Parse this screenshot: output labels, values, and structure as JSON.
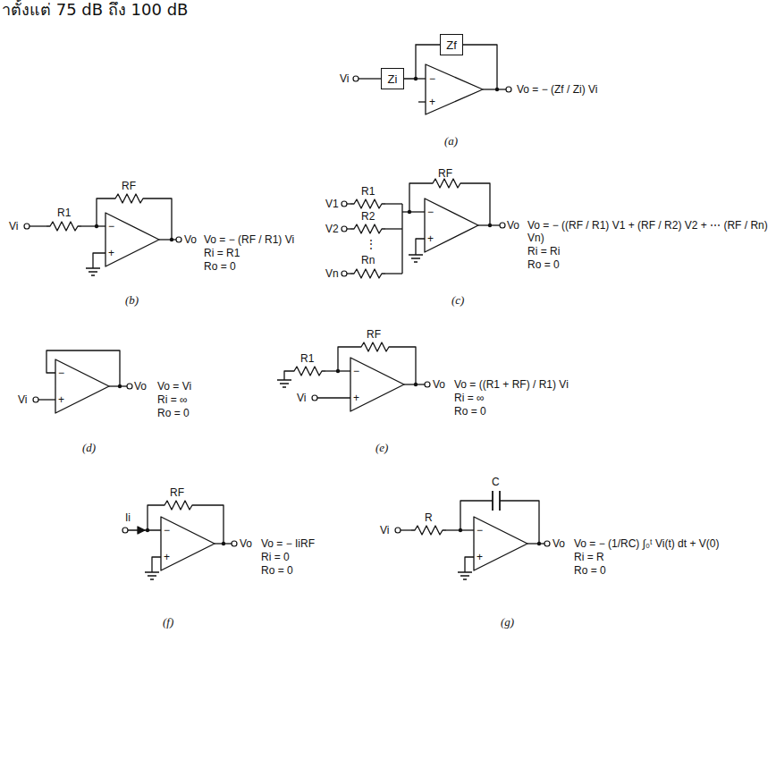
{
  "diagram": {
    "nodes": [
      {
        "text": [
          "Zf"
        ]
      },
      {
        "text": [
          "Zi"
        ]
      }
    ],
    "edges": [
      {
        "from": 1,
        "to": 0,
        "arrow": "none"
      }
    ],
    "labels": [
      "าตั้งแต่ 75 dB ถึง 100 dB",
      "Vi",
      "−",
      "+",
      "Vo = − (Zf / Zi) Vi",
      "(a)",
      "Vi",
      "R1",
      "RF",
      "−",
      "+",
      "Vo",
      "Vo = − (RF / R1) Vi",
      "Ri = R1",
      "Ro = 0",
      "(b)",
      "V1",
      "R1",
      "V2",
      "R2",
      "⋮",
      "Vn",
      "Rn",
      "RF",
      "−",
      "+",
      "Vo",
      "Vo = − ((RF / R1) V1 + (RF / R2) V2 + ⋯ (RF / Rn) Vn)",
      "Ri = Ri",
      "Ro = 0",
      "(c)",
      "Vi",
      "−",
      "+",
      "Vo",
      "Vo = Vi",
      "Ri = ∞",
      "Ro = 0",
      "(d)",
      "R1",
      "RF",
      "−",
      "+",
      "Vi",
      "Vo",
      "Vo = ((R1 + RF) / R1) Vi",
      "Ri = ∞",
      "Ro = 0",
      "(e)",
      "Ii",
      "RF",
      "−",
      "+",
      "Vo",
      "Vo = − IiRF",
      "Ri = 0",
      "Ro = 0",
      "(f)",
      "Vi",
      "R",
      "C",
      "−",
      "+",
      "Vo",
      "Vo = − (1/RC) ∫₀ᵗ Vi(t) dt + V(0)",
      "Ri = R",
      "Ro = 0",
      "(g)"
    ]
  }
}
